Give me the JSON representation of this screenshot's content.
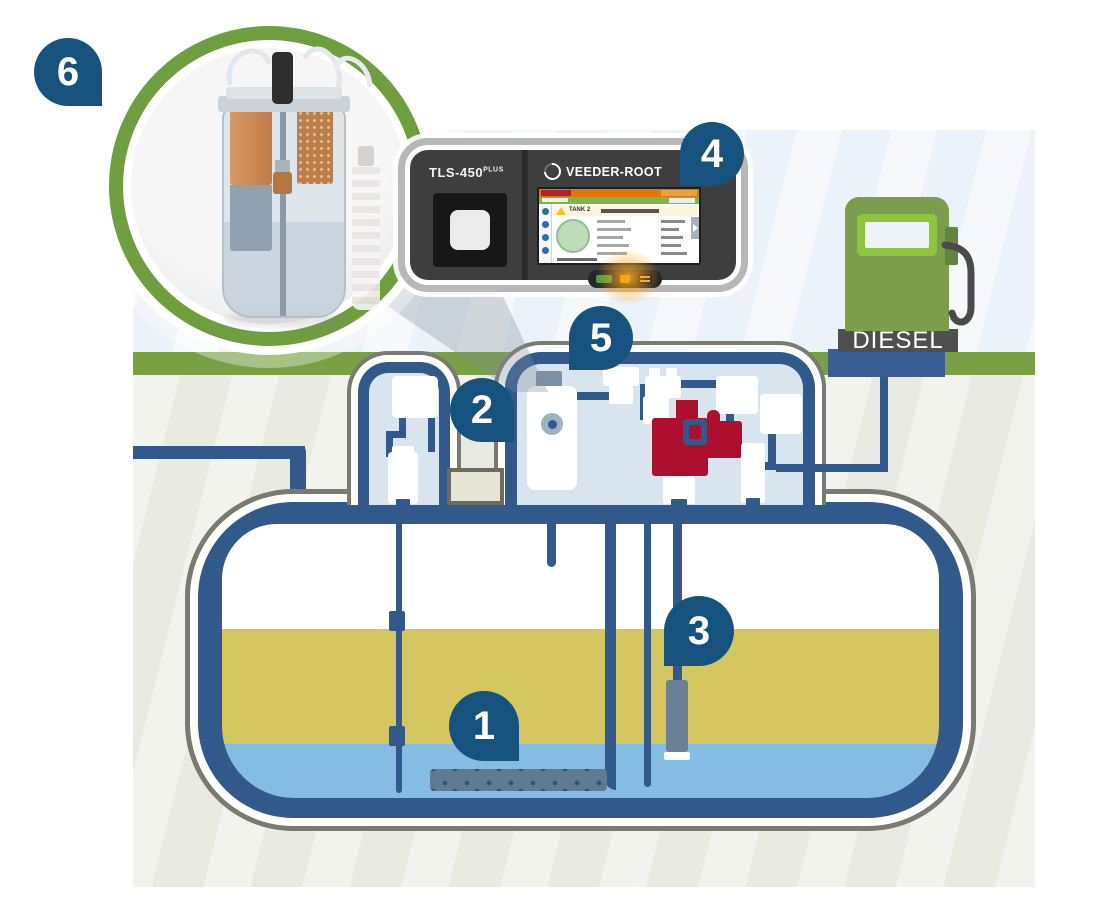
{
  "callouts": [
    {
      "number": "1"
    },
    {
      "number": "2"
    },
    {
      "number": "3"
    },
    {
      "number": "4"
    },
    {
      "number": "5"
    },
    {
      "number": "6"
    }
  ],
  "console": {
    "model": "TLS-450",
    "model_suffix": "PLUS",
    "brand": "VEEDER-ROOT",
    "screen_title": "TANK 2"
  },
  "dispenser": {
    "label": "DIESEL"
  },
  "colors": {
    "pipe_blue": "#31598c",
    "callout_blue": "#15537e",
    "fuel_yellow": "#d4c75f",
    "water_blue": "#84bce4",
    "sump_interior": "#d8e5ef",
    "ground_green": "#79a143",
    "ring_green": "#6f9e3f",
    "dispenser_green": "#7c9e4c",
    "pump_red": "#ae0f2f",
    "underground_beige": "#e9eae1",
    "sky": "#ecf2f9",
    "amber_glow": "#f7a61b"
  }
}
